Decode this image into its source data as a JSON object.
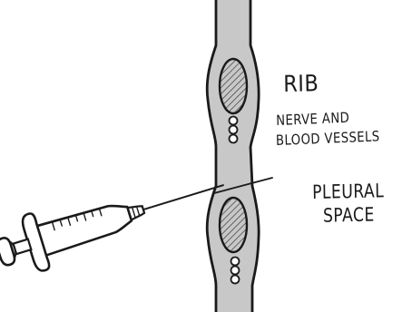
{
  "diagram": {
    "labels": {
      "rib": "RIB",
      "nerve_line1": "NERVE AND",
      "nerve_line2": "BLOOD VESSELS",
      "pleural_line1": "PLEURAL",
      "pleural_line2": "SPACE"
    },
    "colors": {
      "ink": "#1a1a1a",
      "paper": "#ffffff",
      "wall_fill": "#c8c8c8",
      "rib_fill": "#ffffff",
      "hatch": "#4a4a4a"
    }
  }
}
